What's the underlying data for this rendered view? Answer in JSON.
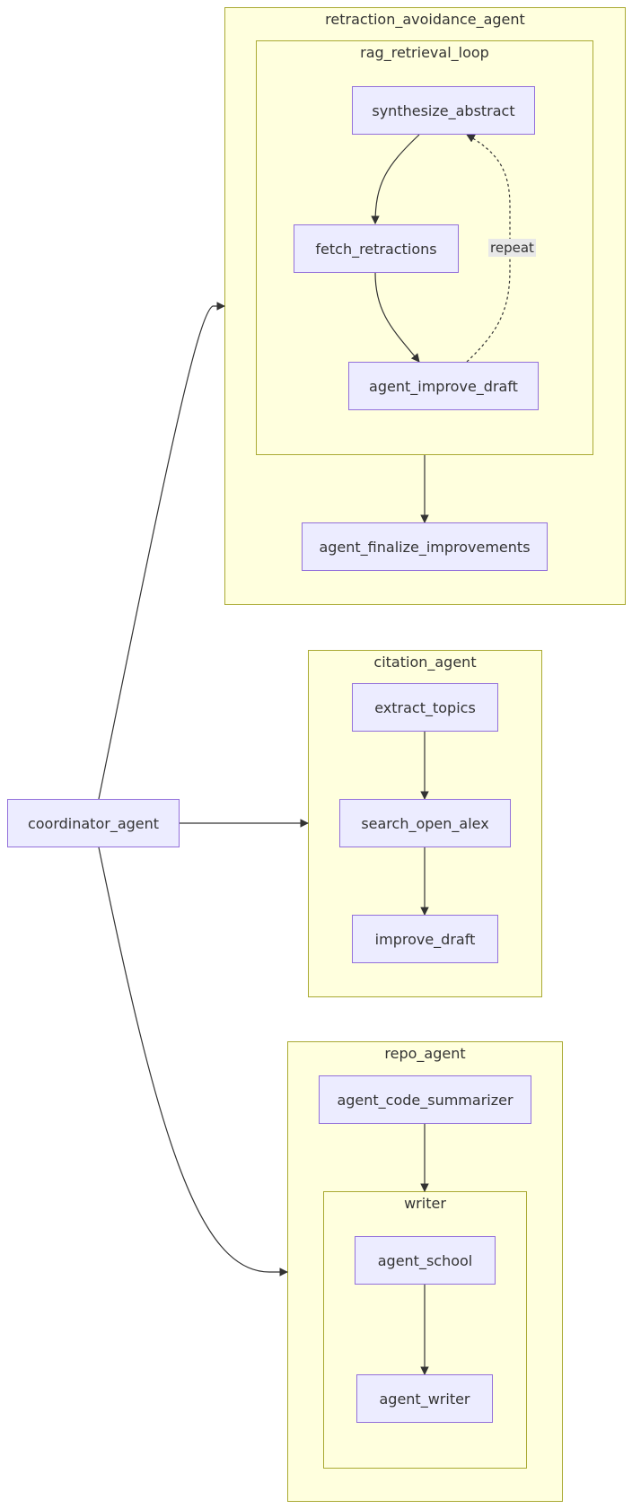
{
  "clusters": {
    "retraction_avoidance_agent": "retraction_avoidance_agent",
    "rag_retrieval_loop": "rag_retrieval_loop",
    "citation_agent": "citation_agent",
    "repo_agent": "repo_agent",
    "writer": "writer"
  },
  "nodes": {
    "synthesize_abstract": "synthesize_abstract",
    "fetch_retractions": "fetch_retractions",
    "agent_improve_draft": "agent_improve_draft",
    "agent_finalize_improvements": "agent_finalize_improvements",
    "extract_topics": "extract_topics",
    "search_open_alex": "search_open_alex",
    "improve_draft": "improve_draft",
    "coordinator_agent": "coordinator_agent",
    "agent_code_summarizer": "agent_code_summarizer",
    "agent_school": "agent_school",
    "agent_writer": "agent_writer"
  },
  "edge_labels": {
    "repeat": "repeat"
  },
  "colors": {
    "cluster_fill": "#ffffde",
    "cluster_border": "#aaaa33",
    "node_fill": "#ececff",
    "node_border": "#9370db",
    "edge": "#333333",
    "edge_label_bg": "#e8e8e8"
  }
}
